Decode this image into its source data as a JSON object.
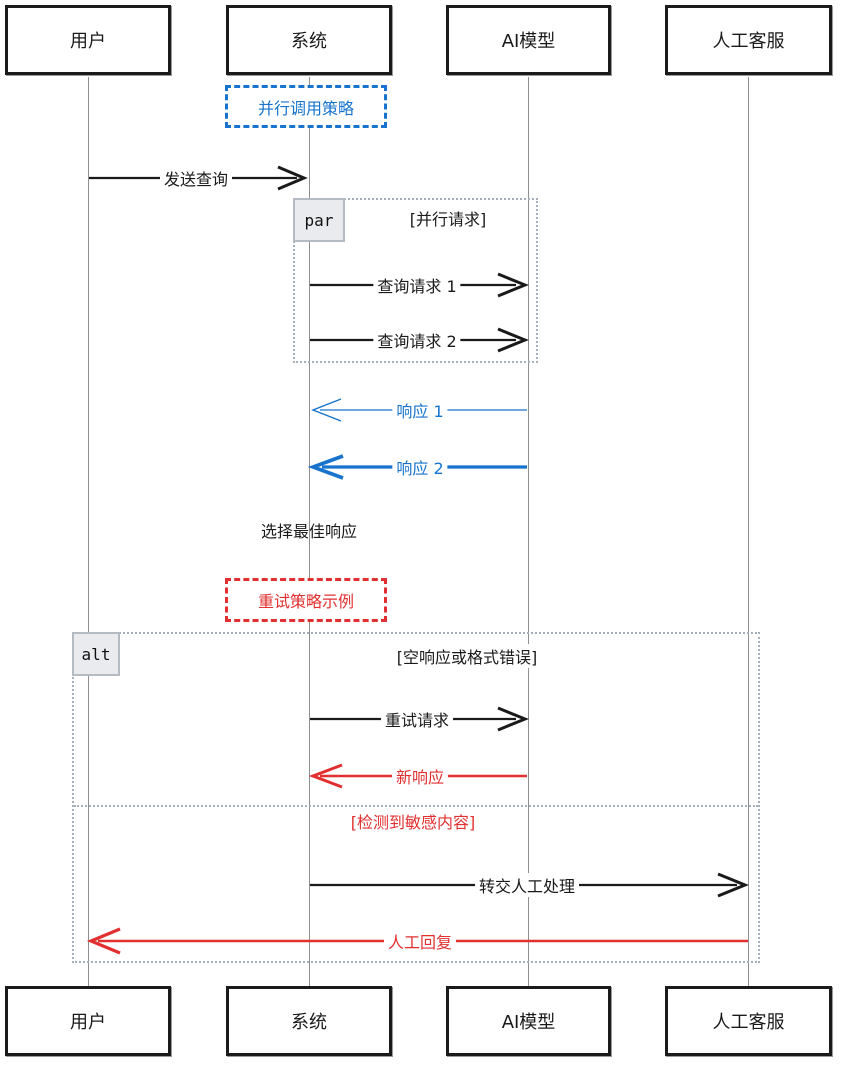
{
  "colors": {
    "blue": "#1773cd",
    "red": "#e23030",
    "black": "#1a1a1a",
    "frame_gray": "#a6aeb8"
  },
  "participants": [
    {
      "label": "用户"
    },
    {
      "label": "系统"
    },
    {
      "label": "AI模型"
    },
    {
      "label": "人工客服"
    }
  ],
  "notes": {
    "parallel_strategy": "并行调用策略",
    "retry_strategy": "重试策略示例"
  },
  "par_frame": {
    "tag": "par",
    "condition": "[并行请求]"
  },
  "alt_frame": {
    "tag": "alt",
    "condition_1": "[空响应或格式错误]",
    "condition_2": "[检测到敏感内容]"
  },
  "messages": {
    "send_query": "发送查询",
    "query_request_1": "查询请求 1",
    "query_request_2": "查询请求 2",
    "response_1": "响应 1",
    "response_2": "响应 2",
    "select_best_response": "选择最佳响应",
    "retry_request": "重试请求",
    "new_response": "新响应",
    "handoff_to_human": "转交人工处理",
    "human_reply": "人工回复"
  }
}
